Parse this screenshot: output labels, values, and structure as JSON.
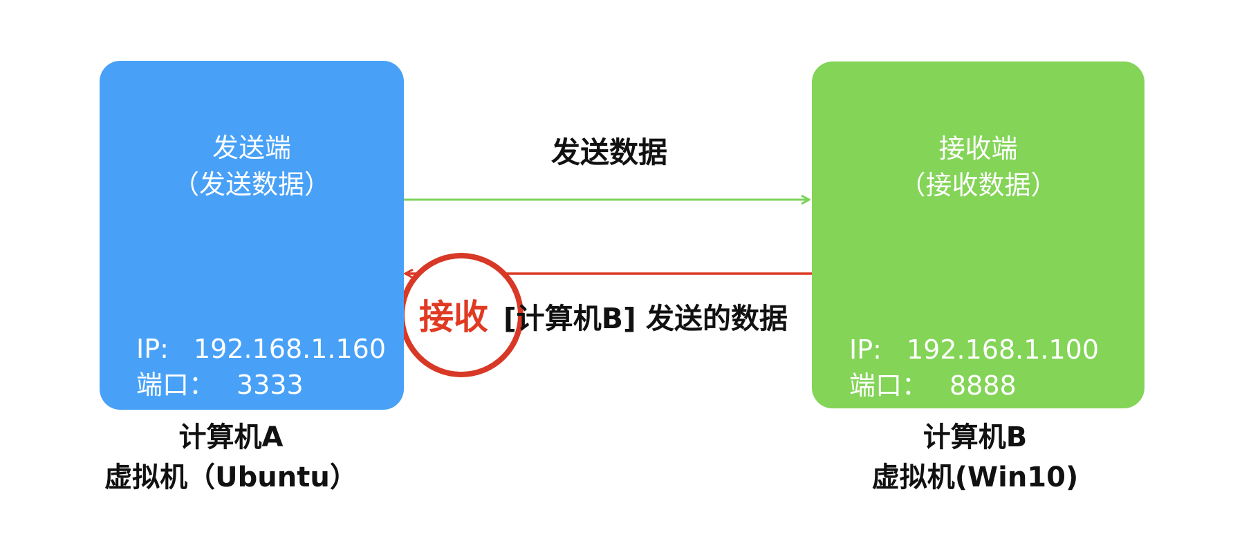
{
  "colors": {
    "sender_box": "#48a1f7",
    "receiver_box": "#83d457",
    "send_arrow": "#7bd35a",
    "receive_arrow": "#db3a27",
    "highlight_circle": "#d83826"
  },
  "sender": {
    "title": "发送端",
    "subtitle": "（发送数据）",
    "ip_label": "IP:",
    "ip_value": "192.168.1.160",
    "port_label": "端口：",
    "port_value": "3333",
    "computer": "计算机A",
    "vm": "虚拟机（Ubuntu）"
  },
  "receiver": {
    "title": "接收端",
    "subtitle": "（接收数据）",
    "ip_label": "IP:",
    "ip_value": "192.168.1.100",
    "port_label": "端口：",
    "port_value": "8888",
    "computer": "计算机B",
    "vm": "虚拟机(Win10)"
  },
  "arrows": {
    "send_label": "发送数据",
    "receive_highlight": "接收",
    "receive_desc": "[计算机B] 发送的数据"
  }
}
